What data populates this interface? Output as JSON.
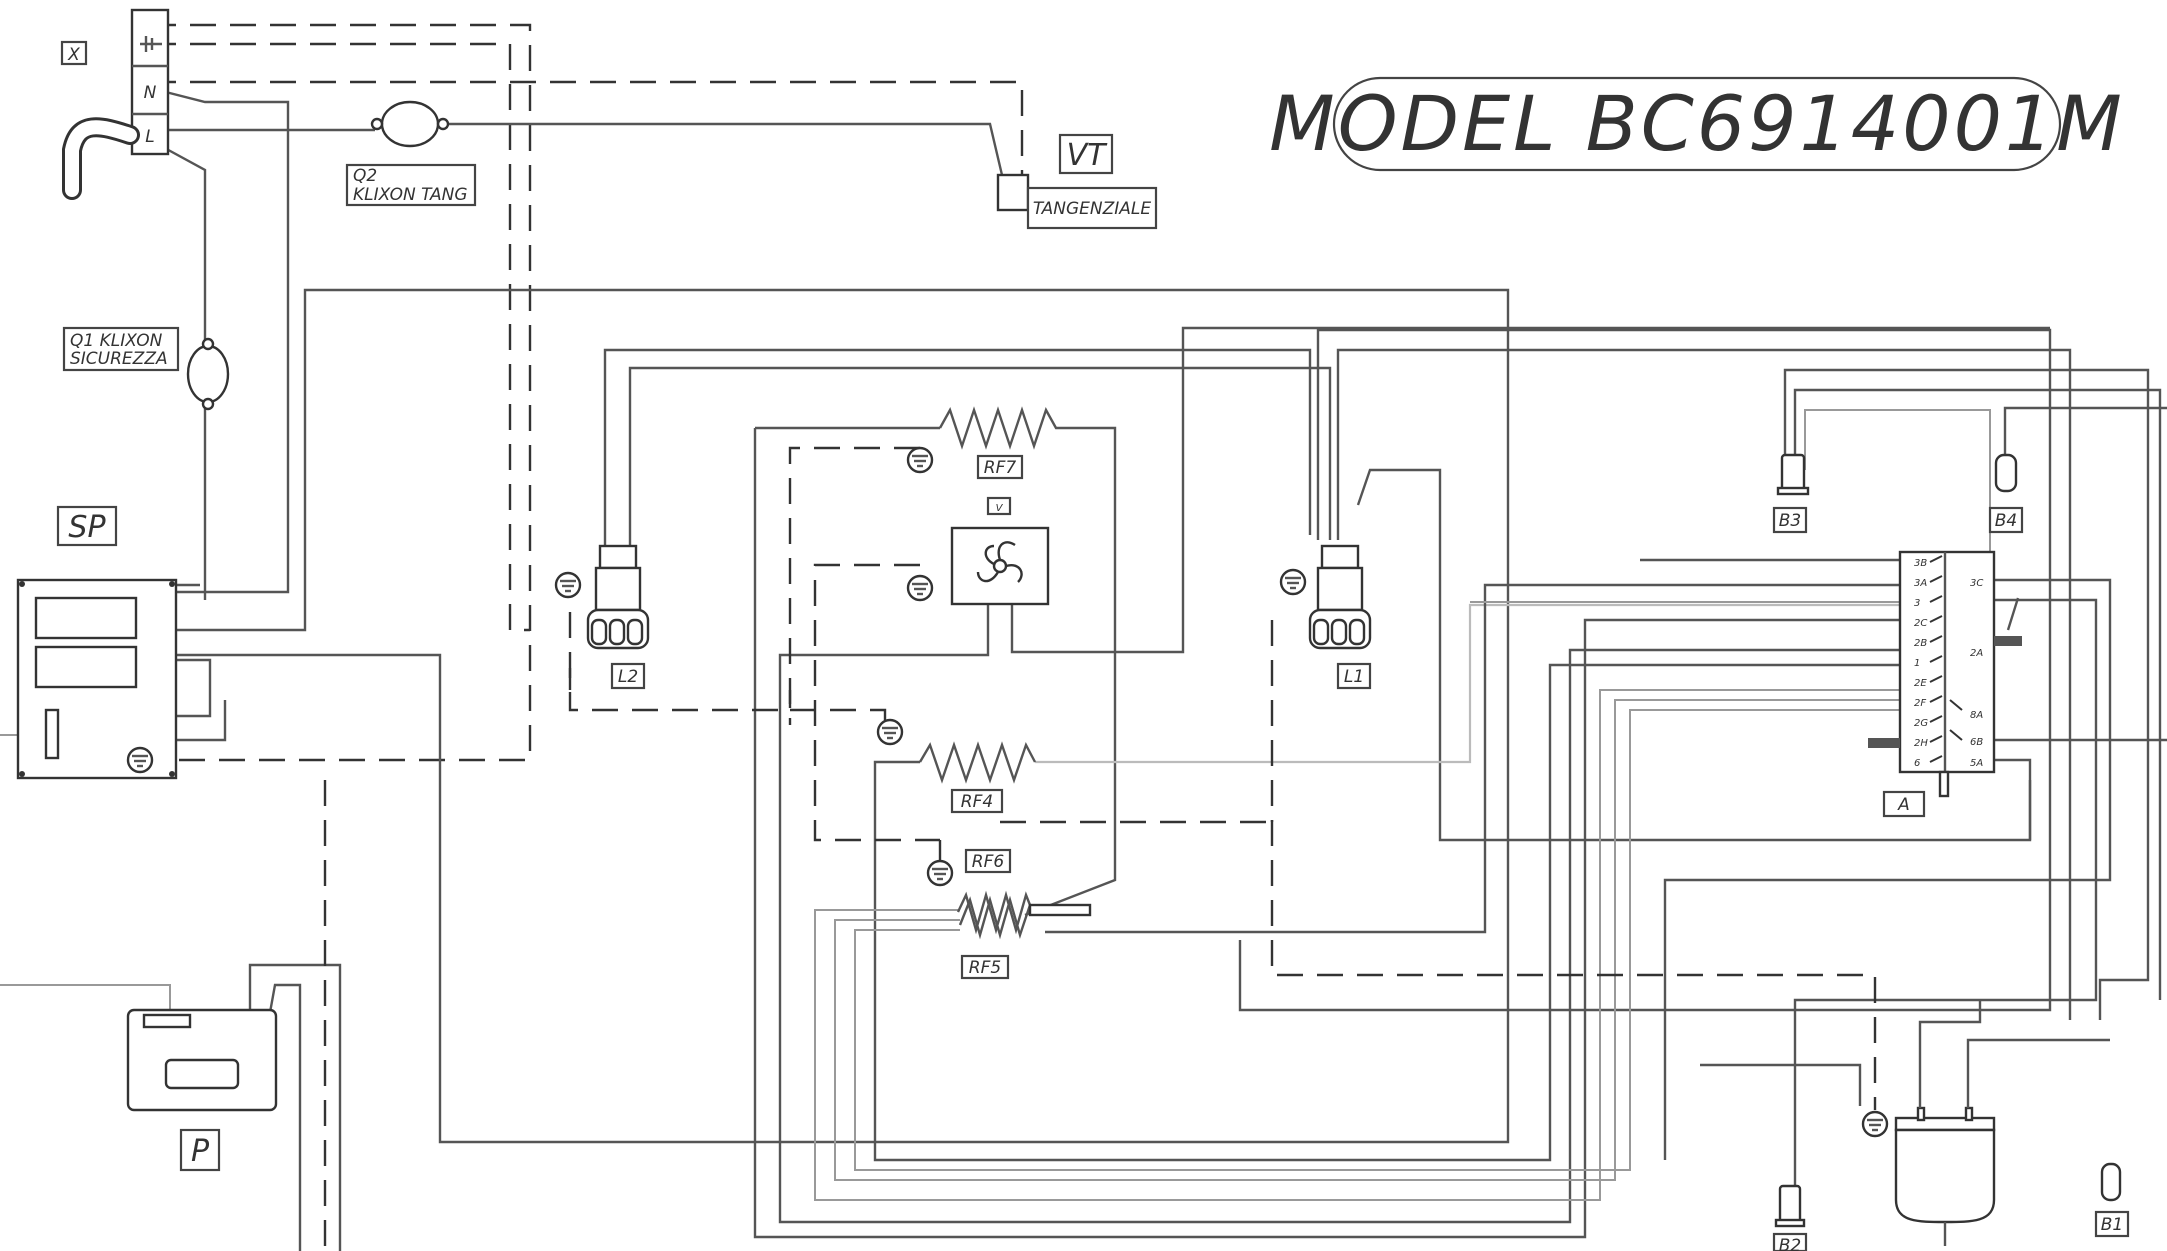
{
  "title": "MODEL  BC6914001M",
  "labels": {
    "x": "X",
    "n": "N",
    "l": "L",
    "q2": "Q2",
    "q2_sub": "KLIXON TANG",
    "vt": "VT",
    "tangenziale": "TANGENZIALE",
    "q1": "Q1 KLIXON",
    "q1_sub": "SICUREZZA",
    "sp": "SP",
    "l2": "L2",
    "l1": "L1",
    "rf7": "RF7",
    "v": "V",
    "rf4": "RF4",
    "rf6": "RF6",
    "rf5": "RF5",
    "p": "P",
    "b3": "B3",
    "b4": "B4",
    "a": "A",
    "b2": "B2",
    "b1": "B1"
  },
  "switch_terminals": [
    "3B",
    "3A",
    "3",
    "2C",
    "2B",
    "1",
    "2E",
    "2F",
    "2G",
    "2H",
    "6",
    "3C",
    "2A",
    "8A",
    "6B",
    "5A"
  ]
}
